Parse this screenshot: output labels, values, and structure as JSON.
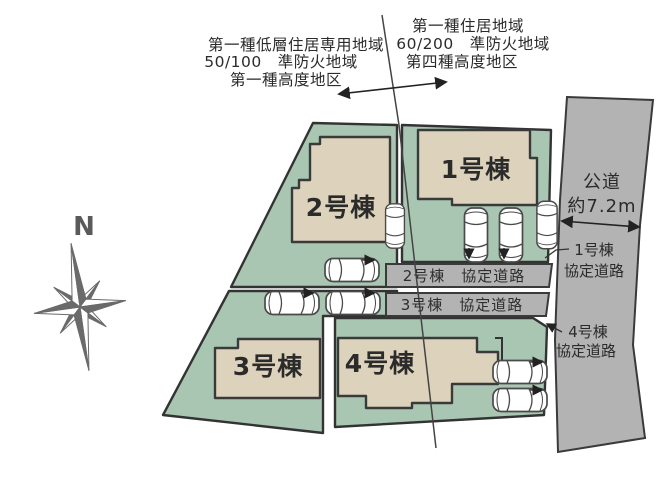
{
  "zoning": {
    "left": [
      "第一種低層住居専用地域",
      "50/100　準防火地域",
      "第一種高度地区"
    ],
    "right": [
      "第一種住居地域",
      "60/200　準防火地域",
      "第四種高度地区"
    ]
  },
  "compass": {
    "north_label": "N"
  },
  "buildings": {
    "b1": "1号棟",
    "b2": "2号棟",
    "b3": "3号棟",
    "b4": "4号棟"
  },
  "roads": {
    "public_road_name": "公道",
    "public_road_width": "約7.2m",
    "strip1": "2号棟　協定道路",
    "strip2": "3号棟　協定道路",
    "label_lot1_line1": "1号棟",
    "label_lot1_line2": "協定道路",
    "label_lot4_line1": "4号棟",
    "label_lot4_line2": "協定道路"
  },
  "colors": {
    "site_green": "#a9c6b3",
    "building_beige": "#ddd2bb",
    "road_gray": "#b3b3b3",
    "outline": "#3a3a3a"
  }
}
